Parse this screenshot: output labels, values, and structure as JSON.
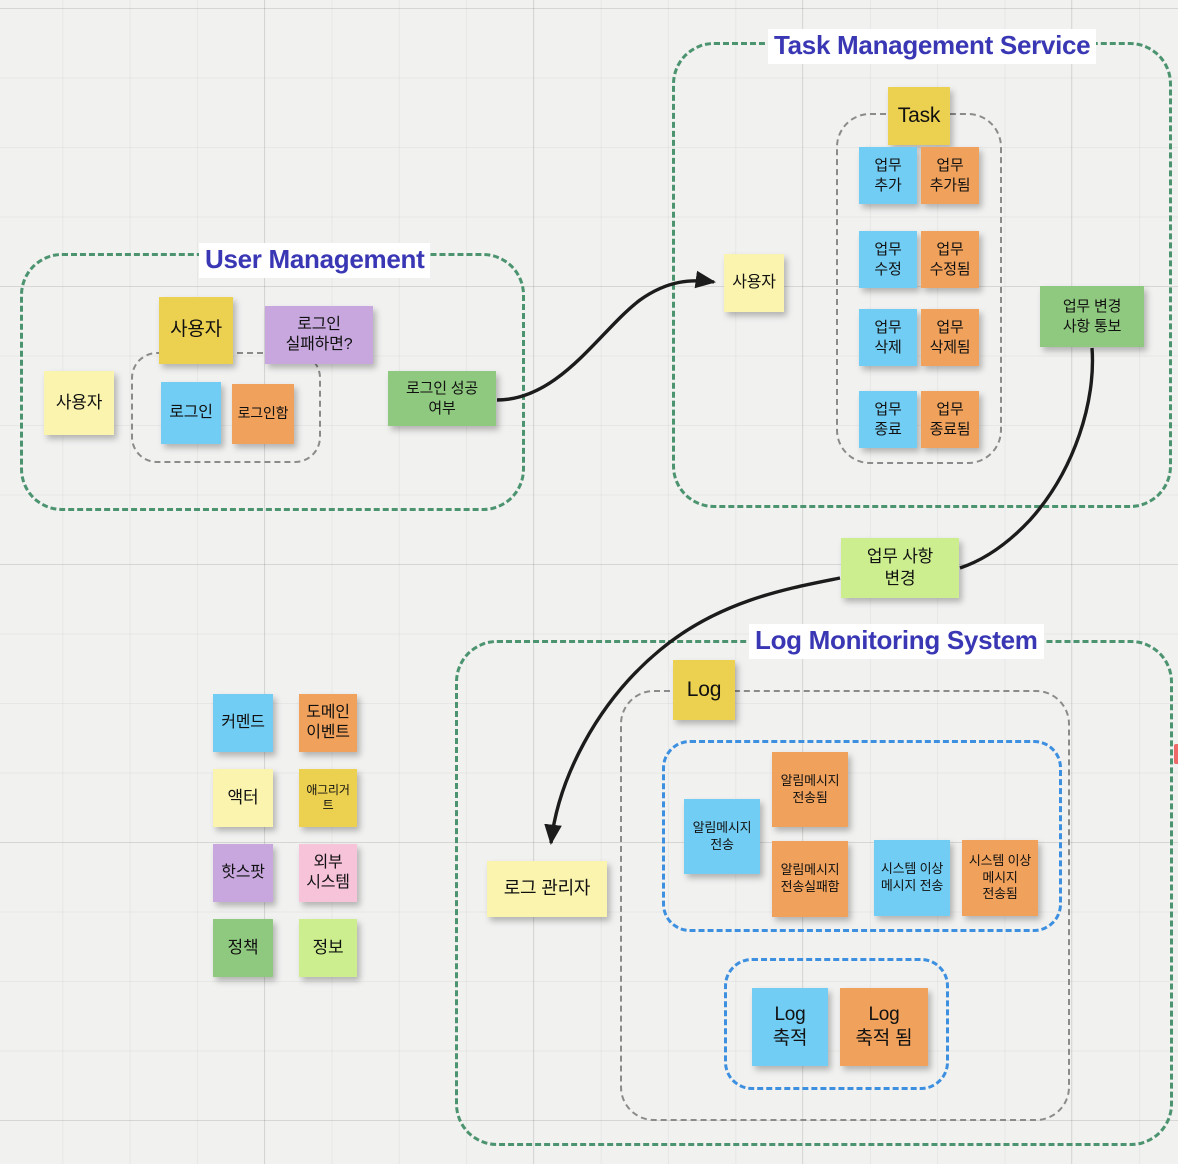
{
  "board": {
    "background_color": "#f1f1f0",
    "title_color": "#3a37b4",
    "context_border_color": "#4c9470",
    "aggregate_border_color": "#8b8b8b",
    "group_border_color": "#3d8fe0",
    "arrow_color": "#1c1c1c"
  },
  "colors": {
    "command": "#72cdf4",
    "event": "#f0a15c",
    "actor": "#faf4ae",
    "aggregate": "#ecd050",
    "hotspot": "#c7a7de",
    "external": "#f7c3d8",
    "policy": "#8fc97f",
    "information": "#ccee8e"
  },
  "contexts": [
    {
      "id": "user-management",
      "title": "User Management"
    },
    {
      "id": "task-management-service",
      "title": "Task Management Service"
    },
    {
      "id": "log-monitoring-system",
      "title": "Log Monitoring System"
    }
  ],
  "user_management": {
    "title": "User Management",
    "actor_outside": "사용자",
    "aggregate": "사용자",
    "hotspot": "로그인\n실패하면?",
    "command": "로그인",
    "event": "로그인함",
    "policy": "로그인 성공\n여부"
  },
  "task_management": {
    "title": "Task Management Service",
    "actor": "사용자",
    "aggregate": "Task",
    "pairs": [
      {
        "command": "업무\n추가",
        "event": "업무\n추가됨"
      },
      {
        "command": "업무\n수정",
        "event": "업무\n수정됨"
      },
      {
        "command": "업무\n삭제",
        "event": "업무\n삭제됨"
      },
      {
        "command": "업무\n종료",
        "event": "업무\n종료됨"
      }
    ],
    "policy": "업무 변경\n사항 통보"
  },
  "middle": {
    "information": "업무 사항\n변경"
  },
  "log_monitoring": {
    "title": "Log Monitoring System",
    "actor": "로그 관리자",
    "aggregate": "Log",
    "notification_group": [
      {
        "label": "알림메시지\n전송",
        "type": "command"
      },
      {
        "label": "알림메시지\n전송됨",
        "type": "event"
      },
      {
        "label": "알림메시지\n전송실패함",
        "type": "event"
      },
      {
        "label": "시스템 이상\n메시지 전송",
        "type": "command"
      },
      {
        "label": "시스템 이상\n메시지\n전송됨",
        "type": "event"
      }
    ],
    "accumulation_group": [
      {
        "label": "Log\n축적",
        "type": "command"
      },
      {
        "label": "Log\n축적 됨",
        "type": "event"
      }
    ]
  },
  "legend": [
    {
      "label": "커멘드",
      "type": "command"
    },
    {
      "label": "도메인\n이벤트",
      "type": "event"
    },
    {
      "label": "액터",
      "type": "actor"
    },
    {
      "label": "애그리거트",
      "type": "aggregate"
    },
    {
      "label": "핫스팟",
      "type": "hotspot"
    },
    {
      "label": "외부\n시스템",
      "type": "external"
    },
    {
      "label": "정책",
      "type": "policy"
    },
    {
      "label": "정보",
      "type": "information"
    }
  ]
}
